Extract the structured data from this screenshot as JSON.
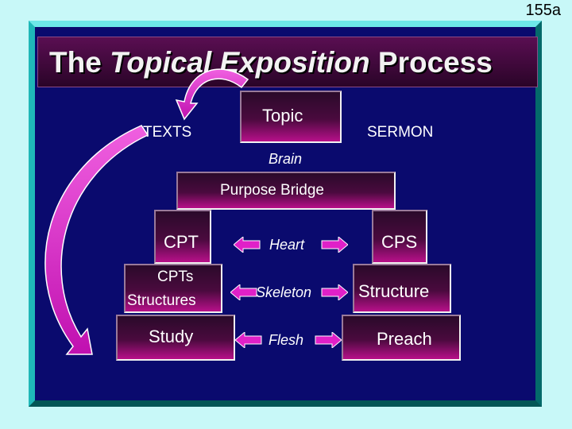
{
  "slide_number": "155a",
  "title": {
    "part1": "The ",
    "part2": "Topical Exposition",
    "part3": " Process"
  },
  "labels": {
    "texts": "TEXTS",
    "topic": "Topic",
    "sermon": "SERMON",
    "brain": "Brain",
    "purpose_bridge": "Purpose Bridge",
    "cpt": "CPT",
    "heart": "Heart",
    "cps": "CPS",
    "cpts_line1": "CPTs",
    "cpts_line2": "Structures",
    "skeleton": "Skeleton",
    "structure": "Structure",
    "study": "Study",
    "flesh": "Flesh",
    "preach": "Preach"
  },
  "colors": {
    "background": "#c8f8f8",
    "panel": "#0a0a6e",
    "box_gradient_bottom": "#b8108a",
    "arrow_magenta": "#e020c8"
  }
}
